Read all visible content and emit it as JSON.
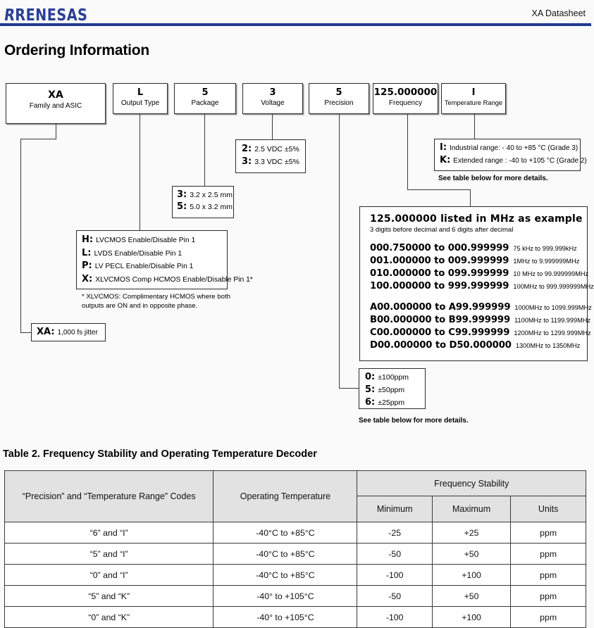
{
  "header": {
    "logo_text": "RENESAS",
    "doc_title": "XA Datasheet",
    "rule_color": "#1f3a93",
    "logo_color": "#2b3f95"
  },
  "section_title": "Ordering Information",
  "part_number_boxes": [
    {
      "code": "XA",
      "label": "Family and ASIC"
    },
    {
      "code": "L",
      "label": "Output Type"
    },
    {
      "code": "5",
      "label": "Package"
    },
    {
      "code": "3",
      "label": "Voltage"
    },
    {
      "code": "5",
      "label": "Precision"
    },
    {
      "code": "125.000000",
      "label": "Frequency"
    },
    {
      "code": "I",
      "label": "Temperature Range"
    }
  ],
  "callouts": {
    "voltage": {
      "rows": [
        {
          "key": "2:",
          "value": "2.5 VDC ±5%"
        },
        {
          "key": "3:",
          "value": "3.3 VDC ±5%"
        }
      ]
    },
    "package": {
      "rows": [
        {
          "key": "3:",
          "value": "3.2 x 2.5 mm"
        },
        {
          "key": "5:",
          "value": "5.0 x 3.2 mm"
        }
      ]
    },
    "temperature": {
      "rows": [
        {
          "key": "I:",
          "value": "Industrial range: - 40 to +85 °C (Grade 3)"
        },
        {
          "key": "K:",
          "value": "Extended range : -40 to +105 °C (Grade 2)"
        }
      ],
      "note": "See table below for more details."
    },
    "output_type": {
      "rows": [
        {
          "key": "H:",
          "value": "LVCMOS Enable/Disable Pin 1"
        },
        {
          "key": "L:",
          "value": "LVDS Enable/Disable Pin 1"
        },
        {
          "key": "P:",
          "value": "LV PECL Enable/Disable Pin 1"
        },
        {
          "key": "X:",
          "value": "XLVCMOS Comp HCMOS Enable/Disable Pin 1*"
        }
      ],
      "footnote": "* XLVCMOS: Complimentary HCMOS where both outputs are ON and in opposite phase."
    },
    "precision": {
      "rows": [
        {
          "key": "0:",
          "value": "±100ppm"
        },
        {
          "key": "5:",
          "value": "±50ppm"
        },
        {
          "key": "6:",
          "value": "±25ppm"
        }
      ],
      "note": "See table below for more details."
    },
    "jitter": {
      "key": "XA:",
      "value": "1,000 fs jitter"
    },
    "frequency": {
      "heading": "125.000000  listed in MHz as example",
      "subheading": "3 digits before decimal and    6 digits after decimal",
      "group1": [
        {
          "range": "000.750000  to 000.999999",
          "equiv": "75 kHz to 999.999kHz"
        },
        {
          "range": "001.000000  to 009.999999",
          "equiv": "1MHz to 9.999999MHz"
        },
        {
          "range": "010.000000  to 099.999999",
          "equiv": "10 MHz to 99.999999MHz"
        },
        {
          "range": "100.000000  to 999.999999",
          "equiv": "100MHz to 999.999999MHz"
        }
      ],
      "group2": [
        {
          "range": "A00.000000  to A99.999999",
          "equiv": "1000MHz to 1099.999MHz"
        },
        {
          "range": "B00.000000  to B99.999999",
          "equiv": "1100MHz to 1199.999MHz"
        },
        {
          "range": "C00.000000  to C99.999999",
          "equiv": "1200MHz to 1299.999MHz"
        },
        {
          "range": "D00.000000  to D50.000000",
          "equiv": "1300MHz to 1350MHz"
        }
      ]
    }
  },
  "table": {
    "title": "Table 2.  Frequency Stability and Operating Temperature Decoder",
    "headers": {
      "codes": "“Precision” and “Temperature Range” Codes",
      "operating_temperature": "Operating Temperature",
      "frequency_stability": "Frequency Stability",
      "minimum": "Minimum",
      "maximum": "Maximum",
      "units": "Units"
    },
    "rows": [
      {
        "codes": "“6” and “I”",
        "operating_temperature": "-40°C to +85°C",
        "minimum": "-25",
        "maximum": "+25",
        "units": "ppm"
      },
      {
        "codes": "“5” and “I”",
        "operating_temperature": "-40°C to +85°C",
        "minimum": "-50",
        "maximum": "+50",
        "units": "ppm"
      },
      {
        "codes": "“0” and “I”",
        "operating_temperature": "-40°C to +85°C",
        "minimum": "-100",
        "maximum": "+100",
        "units": "ppm"
      },
      {
        "codes": "“5” and “K”",
        "operating_temperature": "-40° to +105°C",
        "minimum": "-50",
        "maximum": "+50",
        "units": "ppm"
      },
      {
        "codes": "“0” and “K”",
        "operating_temperature": "-40° to +105°C",
        "minimum": "-100",
        "maximum": "+100",
        "units": "ppm"
      }
    ]
  }
}
